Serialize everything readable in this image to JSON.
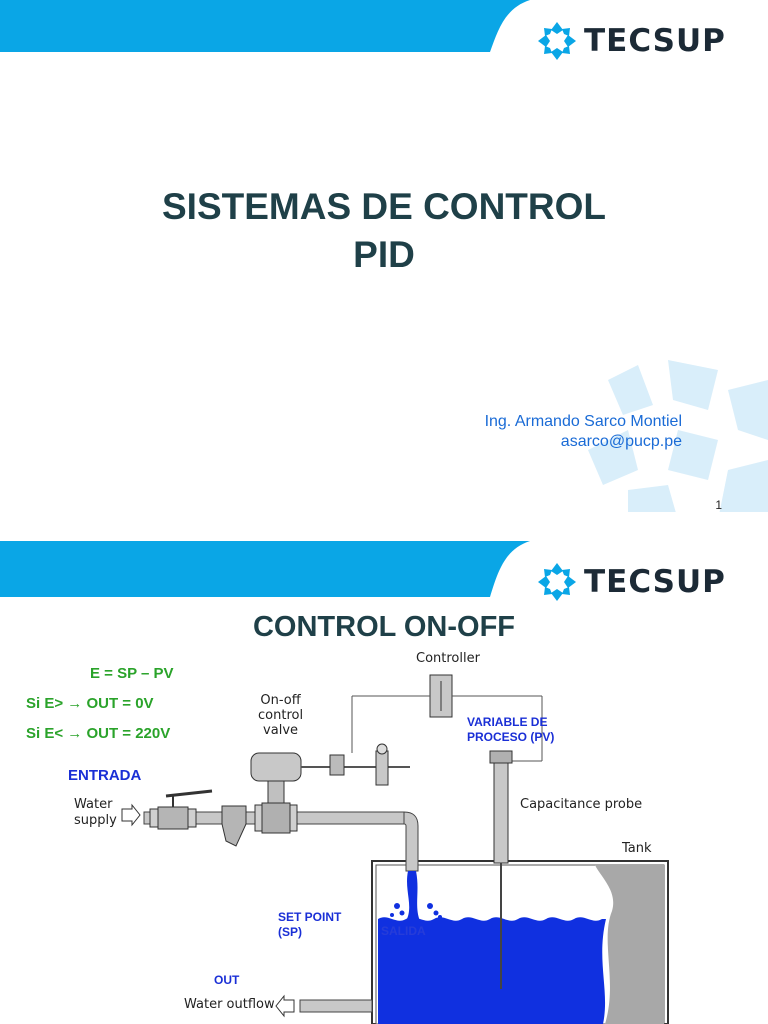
{
  "slide1": {
    "logo_text": "TECSUP",
    "title_line1": "SISTEMAS DE CONTROL",
    "title_line2": "PID",
    "author": "Ing. Armando Sarco Montiel",
    "email": "asarco@pucp.pe",
    "page_number": "1"
  },
  "slide2": {
    "logo_text": "TECSUP",
    "title": "CONTROL  ON-OFF",
    "equation_error": "E = SP – PV",
    "rule_positive": "Si E> → OUT = 0V",
    "rule_negative": "Si E< → OUT = 220V",
    "entrada": "ENTRADA",
    "variable_proceso": [
      "VARIABLE DE",
      "PROCESO (PV)"
    ],
    "set_point": [
      "SET POINT",
      "(SP)"
    ],
    "out": "OUT",
    "salida": "SALIDA",
    "diagram_labels": {
      "controller": "Controller",
      "valve": [
        "On-off",
        "control",
        "valve"
      ],
      "water_supply": [
        "Water",
        "supply"
      ],
      "capacitance_probe": "Capacitance probe",
      "tank": "Tank",
      "water_outflow": "Water outflow"
    }
  },
  "colors": {
    "band_blue": "#0aa6e6",
    "title_dark_teal": "#1f4048",
    "author_blue": "#1a6bd6",
    "equation_green": "#2aa32a",
    "label_blue": "#1a2fd6",
    "water_blue": "#1030e0"
  }
}
